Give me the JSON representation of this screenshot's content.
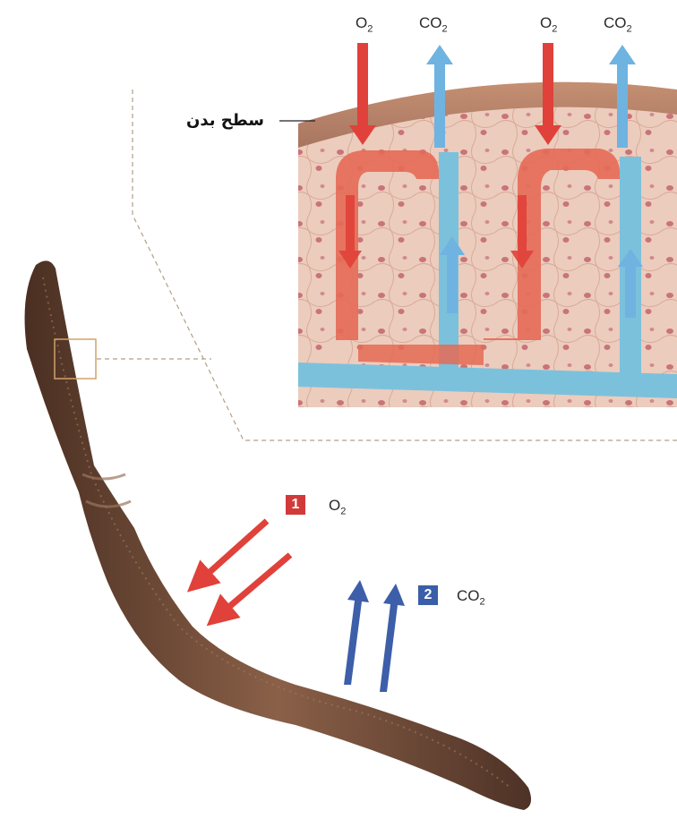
{
  "cross_section": {
    "body_surface_label": "سطح بدن",
    "top_labels": [
      {
        "base": "O",
        "sub": "2"
      },
      {
        "base": "CO",
        "sub": "2"
      },
      {
        "base": "O",
        "sub": "2"
      },
      {
        "base": "CO",
        "sub": "2"
      }
    ]
  },
  "legend": {
    "item1": {
      "number": "1",
      "gas": "O",
      "sub": "2"
    },
    "item2": {
      "number": "2",
      "gas": "CO",
      "sub": "2"
    }
  },
  "colors": {
    "oxygen_red": "#e0413a",
    "co2_blue": "#5aa8d8",
    "badge_red": "#d23a3a",
    "badge_blue": "#3a5ea8",
    "tissue": "#e9c6b6",
    "worm": "#6e4a36"
  }
}
